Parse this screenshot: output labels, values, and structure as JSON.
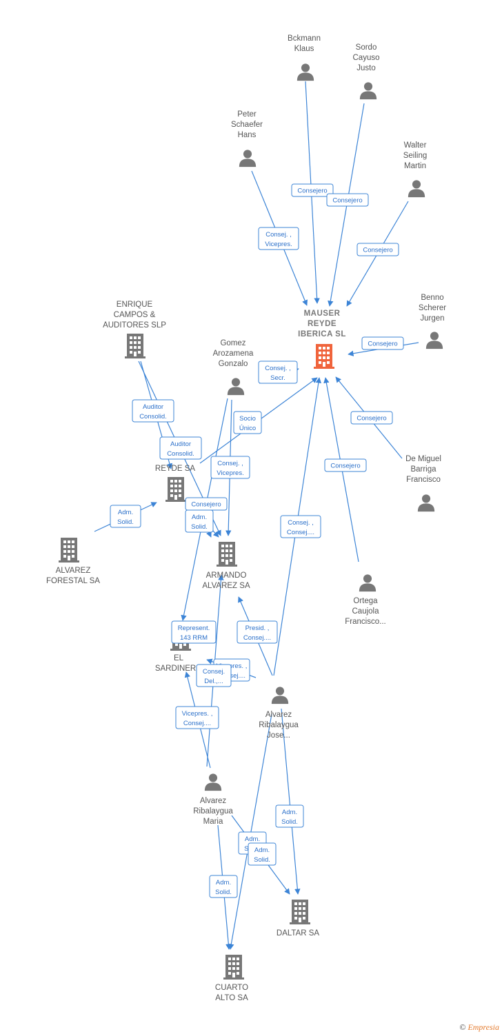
{
  "colors": {
    "edge": "#3c84d6",
    "person": "#777777",
    "company": "#777777",
    "highlight": "#f0643c",
    "label": "#2a6fc9"
  },
  "footer": {
    "copyright": "©",
    "brand": "Empresia"
  },
  "nodes": [
    {
      "id": "mauser",
      "type": "company-main",
      "icon": "building-icon",
      "label": [
        "MAUSER",
        "REYDE",
        "IBERICA SL"
      ]
    },
    {
      "id": "bckmann",
      "type": "person",
      "icon": "person-icon",
      "label": [
        "Bckmann",
        "Klaus"
      ]
    },
    {
      "id": "sordo",
      "type": "person",
      "icon": "person-icon",
      "label": [
        "Sordo",
        "Cayuso",
        "Justo"
      ]
    },
    {
      "id": "peter",
      "type": "person",
      "icon": "person-icon",
      "label": [
        "Peter",
        "Schaefer",
        "Hans"
      ]
    },
    {
      "id": "walter",
      "type": "person",
      "icon": "person-icon",
      "label": [
        "Walter",
        "Seiling",
        "Martin"
      ]
    },
    {
      "id": "benno",
      "type": "person",
      "icon": "person-icon",
      "label": [
        "Benno",
        "Scherer",
        "Jurgen"
      ]
    },
    {
      "id": "enrique",
      "type": "company",
      "icon": "building-icon",
      "label": [
        "ENRIQUE",
        "CAMPOS &",
        "AUDITORES SLP"
      ]
    },
    {
      "id": "gomez",
      "type": "person",
      "icon": "person-icon",
      "label": [
        "Gomez",
        "Arozamena",
        "Gonzalo"
      ]
    },
    {
      "id": "demiguel",
      "type": "person",
      "icon": "person-icon",
      "label": [
        "De Miguel",
        "Barriga",
        "Francisco"
      ]
    },
    {
      "id": "reyde",
      "type": "company",
      "icon": "building-icon",
      "label": [
        "REYDE SA"
      ]
    },
    {
      "id": "alvarezforestal",
      "type": "company",
      "icon": "building-icon",
      "label": [
        "ALVAREZ",
        "FORESTAL SA"
      ]
    },
    {
      "id": "armando",
      "type": "company",
      "icon": "building-icon",
      "label": [
        "ARMANDO",
        "ALVAREZ SA"
      ]
    },
    {
      "id": "ortega",
      "type": "person",
      "icon": "person-icon",
      "label": [
        "Ortega",
        "Caujola",
        "Francisco..."
      ]
    },
    {
      "id": "sardinero",
      "type": "company",
      "icon": "building-icon",
      "label": [
        "EL",
        "SARDINERO"
      ]
    },
    {
      "id": "jose",
      "type": "person",
      "icon": "person-icon",
      "label": [
        "Alvarez",
        "Ribalaygua",
        "Jose..."
      ]
    },
    {
      "id": "maria",
      "type": "person",
      "icon": "person-icon",
      "label": [
        "Alvarez",
        "Ribalaygua",
        "Maria"
      ]
    },
    {
      "id": "daltar",
      "type": "company",
      "icon": "building-icon",
      "label": [
        "DALTAR SA"
      ]
    },
    {
      "id": "cuarto",
      "type": "company",
      "icon": "building-icon",
      "label": [
        "CUARTO",
        "ALTO SA"
      ]
    }
  ],
  "edges": [
    {
      "id": "e1",
      "label": [
        "Consejero"
      ]
    },
    {
      "id": "e2",
      "label": [
        "Consejero"
      ]
    },
    {
      "id": "e3",
      "label": [
        "Consej. ,",
        "Vicepres."
      ]
    },
    {
      "id": "e4",
      "label": [
        "Consejero"
      ]
    },
    {
      "id": "e5",
      "label": [
        "Consejero"
      ]
    },
    {
      "id": "e6",
      "label": [
        "Consej. ,",
        "Secr."
      ]
    },
    {
      "id": "e7",
      "label": [
        "Consejero"
      ]
    },
    {
      "id": "e8",
      "label": [
        "Socio",
        "Único"
      ]
    },
    {
      "id": "e9",
      "label": [
        "Auditor",
        "Consolid."
      ]
    },
    {
      "id": "e10",
      "label": [
        "Auditor",
        "Consolid."
      ]
    },
    {
      "id": "e11",
      "label": [
        "Consejero"
      ]
    },
    {
      "id": "e12",
      "label": [
        "Consej. ,",
        "Vicepres."
      ]
    },
    {
      "id": "e13",
      "label": [
        "Consejero"
      ]
    },
    {
      "id": "e14",
      "label": [
        "Adm.",
        "Solid."
      ]
    },
    {
      "id": "e15",
      "label": [
        "Adm.",
        "Solid."
      ]
    },
    {
      "id": "e16",
      "label": [
        "Consej. ,",
        "Consej...."
      ]
    },
    {
      "id": "e17",
      "label": [
        "Represent.",
        "143 RRM"
      ]
    },
    {
      "id": "e18",
      "label": [
        "Presid. ,",
        "Consej...."
      ]
    },
    {
      "id": "e19",
      "label": [
        "Vicepres. ,",
        "Consej...."
      ]
    },
    {
      "id": "e20",
      "label": [
        "Consej.",
        "Del.,..."
      ]
    },
    {
      "id": "e21",
      "label": [
        "Vicepres. ,",
        "Consej...."
      ]
    },
    {
      "id": "e22",
      "label": [
        "Adm.",
        "Solid."
      ]
    },
    {
      "id": "e23",
      "label": [
        "Adm.",
        "Solid."
      ]
    },
    {
      "id": "e24",
      "label": [
        "Adm.",
        "Solid."
      ]
    },
    {
      "id": "e25",
      "label": [
        "Adm.",
        "Solid."
      ]
    }
  ]
}
